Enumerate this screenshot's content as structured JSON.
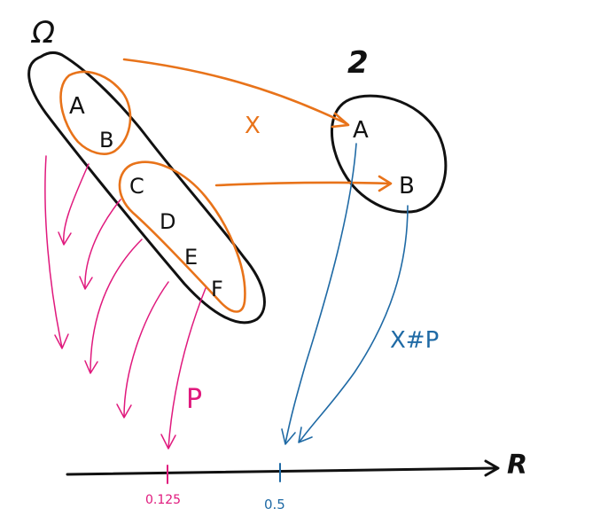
{
  "labels": {
    "omega": "Ω",
    "range": "2",
    "reals": "R",
    "map_x": "X",
    "map_p": "P",
    "pushforward": "X#P"
  },
  "omega_outcomes": [
    "A",
    "B",
    "C",
    "D",
    "E",
    "F"
  ],
  "range_outcomes": [
    "A",
    "B"
  ],
  "axis_ticks": [
    {
      "label": "0.125",
      "color": "#e0197d"
    },
    {
      "label": "0.5",
      "color": "#1f6aa5"
    }
  ],
  "colors": {
    "ink": "#111111",
    "map_x": "#e8731a",
    "map_p": "#e0197d",
    "pushforward": "#1f6aa5"
  }
}
